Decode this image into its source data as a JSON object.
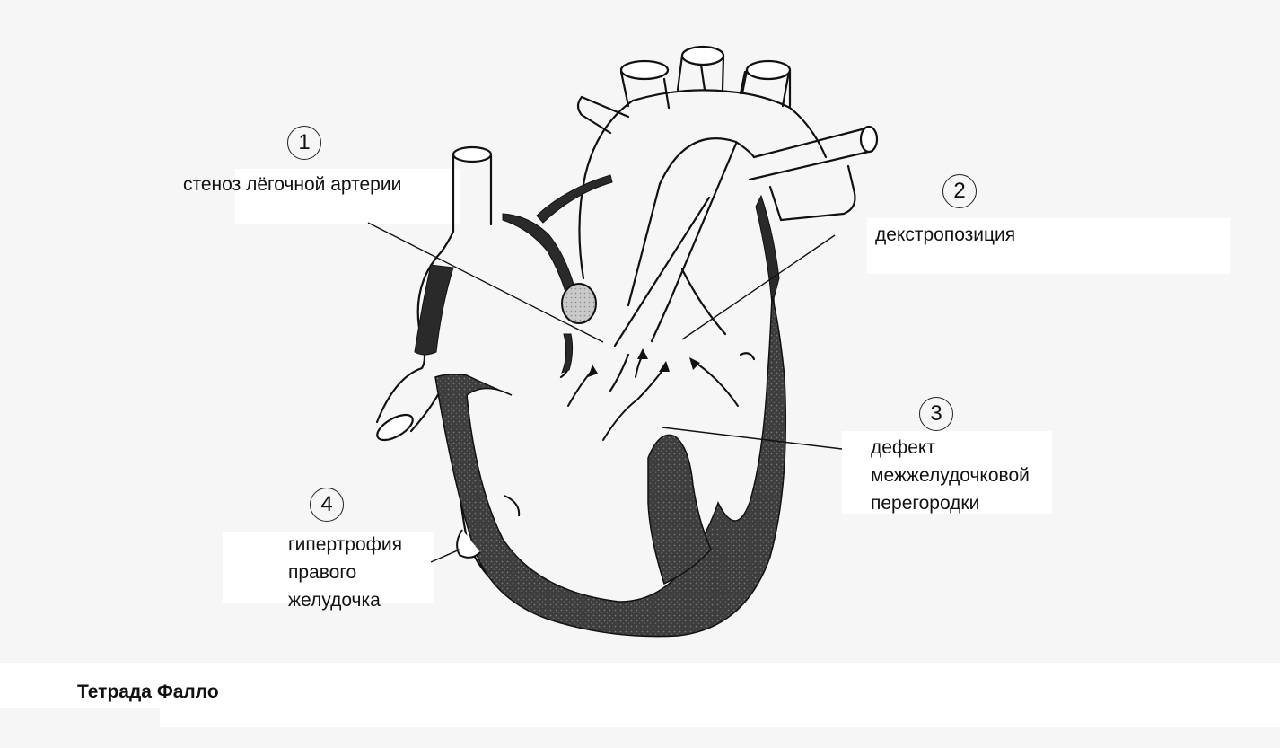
{
  "diagram": {
    "title": "Тетрада Фалло",
    "callouts": [
      {
        "number": "1",
        "lines": [
          "стеноз лёгочной артерии"
        ]
      },
      {
        "number": "2",
        "lines": [
          "декстропозиция"
        ]
      },
      {
        "number": "3",
        "lines": [
          "дефект",
          "межжелудочковой",
          "перегородки"
        ]
      },
      {
        "number": "4",
        "lines": [
          "гипертрофия",
          "правого",
          "желудочка"
        ]
      }
    ]
  },
  "colors": {
    "outline": "#111111",
    "wall_fill": "#3a3a3a",
    "hypertrophy_fill": "#4a4a4a",
    "stenosis_fill": "#bdbdbd",
    "background": "#f7f6f6",
    "label_background": "#ffffff"
  }
}
